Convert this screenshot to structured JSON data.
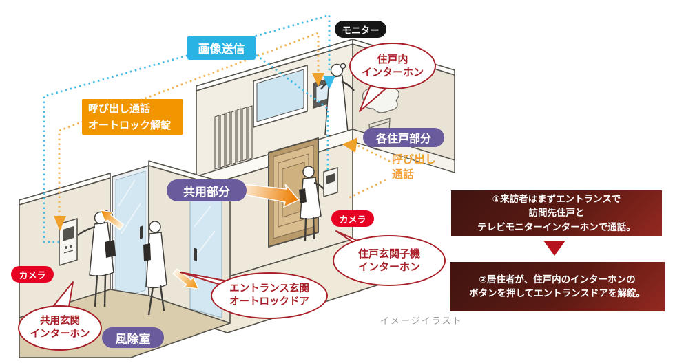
{
  "diagram": {
    "caption": "イメージイラスト",
    "labels": {
      "image_transmission": "画像送信",
      "monitor": "モニター",
      "unit_intercom_line1": "住戸内",
      "unit_intercom_line2": "インターホン",
      "call_unlock_line1": "呼び出し通話",
      "call_unlock_line2": "オートロック解錠",
      "each_unit_area": "各住戸部分",
      "call_talk_line1": "呼び出し",
      "call_talk_line2": "通話",
      "common_area": "共用部分",
      "camera_right": "カメラ",
      "camera_left": "カメラ",
      "door_unit_line1": "住戸玄関子機",
      "door_unit_line2": "インターホン",
      "entrance_door_line1": "エントランス玄関",
      "entrance_door_line2": "オートロックドア",
      "common_entrance_line1": "共用玄関",
      "common_entrance_line2": "インターホン",
      "windbreak_room": "風除室"
    }
  },
  "steps": [
    {
      "lines": [
        "①来訪者はまずエントランスで",
        "訪問先住戸と",
        "テレビモニターインターホンで通話。"
      ]
    },
    {
      "lines": [
        "②居住者が、住戸内のインターホンの",
        "ボタンを押してエントランスドアを解錠。"
      ]
    }
  ],
  "colors": {
    "cyan": "#29b3e4",
    "orange": "#f29600",
    "orange_dots": "#f3b254",
    "purple": "#6a5b9d",
    "red_pill": "#e60021",
    "bubble_red": "#a81f28",
    "step_box_dark": "#401410",
    "step_box_light": "#942920",
    "step_arrow_red": "#b5121d"
  }
}
